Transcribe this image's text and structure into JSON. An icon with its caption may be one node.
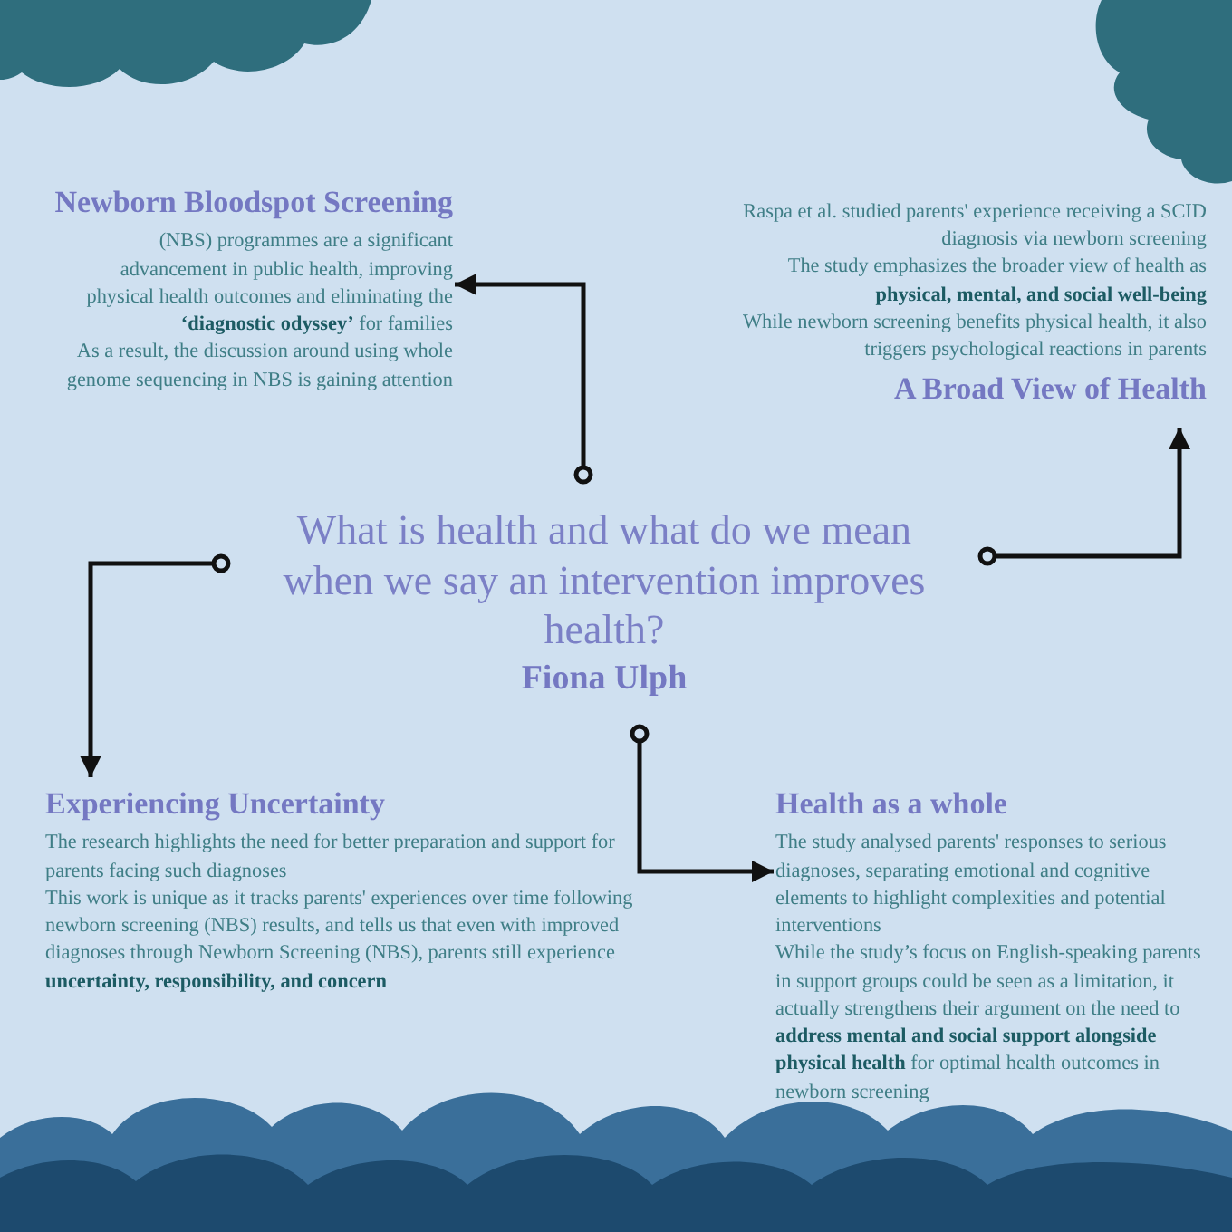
{
  "diagram": {
    "nodes": [
      {
        "text": [
          "What is health and what do we mean when we say an intervention improves health?",
          "Fiona Ulph"
        ]
      },
      {
        "text": [
          "Newborn Bloodspot Screening",
          "(NBS) programmes are a significant advancement in public health, improving physical health outcomes and eliminating the **‘diagnostic odyssey’** for families",
          "As a result, the discussion around using whole genome sequencing in NBS is gaining attention"
        ]
      },
      {
        "text": [
          "Raspa et al. studied parents' experience receiving a SCID diagnosis via newborn screening",
          "The study emphasizes the broader view of health as **physical, mental, and social well-being**",
          "While newborn screening benefits physical health, it also triggers psychological reactions in parents",
          "A Broad View of Health"
        ]
      },
      {
        "text": [
          "Experiencing Uncertainty",
          "The research highlights the need for better preparation and support for parents facing such diagnoses",
          "This work is unique as it tracks parents' experiences over time following newborn screening (NBS) results, and tells us that even with improved diagnoses through Newborn Screening (NBS), parents still experience **uncertainty, responsibility, and concern**"
        ]
      },
      {
        "text": [
          "Health as a whole",
          "The study analysed parents' responses to serious diagnoses, separating emotional and cognitive elements to highlight complexities and potential interventions",
          "While the study’s focus on English-speaking parents in support groups could be seen as a limitation, it actually strengthens their argument on the need to **address mental and social support alongside physical health** for optimal health outcomes in newborn screening"
        ]
      }
    ],
    "edges": [
      {
        "from": 0,
        "to": 1,
        "arrow": "to"
      },
      {
        "from": 0,
        "to": 2,
        "arrow": "to"
      },
      {
        "from": 0,
        "to": 3,
        "arrow": "to"
      },
      {
        "from": 0,
        "to": 4,
        "arrow": "to"
      }
    ]
  }
}
